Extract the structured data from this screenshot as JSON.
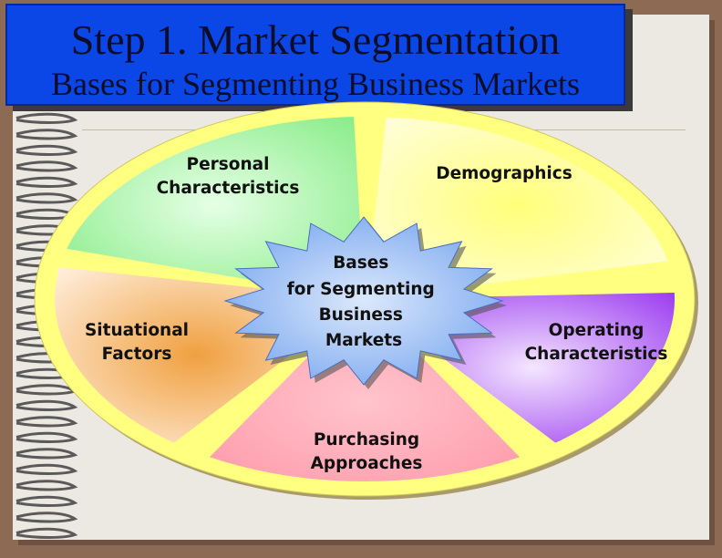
{
  "title": {
    "line1": "Step 1.  Market Segmentation",
    "line2": "Bases for Segmenting Business Markets"
  },
  "center": {
    "lines": [
      "Bases",
      "for Segmenting",
      "Business",
      "Markets"
    ]
  },
  "segments": [
    {
      "lines": [
        "Personal",
        "Characteristics"
      ],
      "color": "#9ef49e"
    },
    {
      "lines": [
        "Demographics"
      ],
      "color": "#f4f22a"
    },
    {
      "lines": [
        "Operating",
        "Characteristics"
      ],
      "color": "#a84af0"
    },
    {
      "lines": [
        "Purchasing",
        "Approaches"
      ],
      "color": "#ffadb6"
    },
    {
      "lines": [
        "Situational",
        "Factors"
      ],
      "color": "#f2b066"
    }
  ],
  "colors": {
    "title_bg": "#0a47e6",
    "base_ellipse": "#ffff80",
    "star_fill": "#a6c8f6"
  }
}
